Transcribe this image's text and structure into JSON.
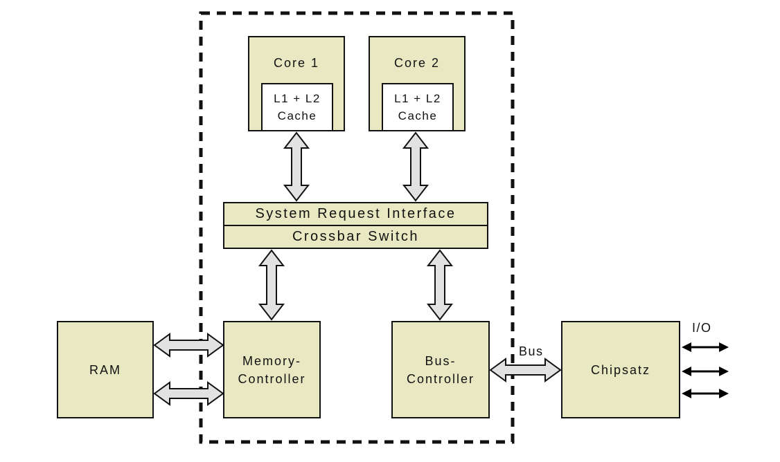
{
  "colors": {
    "box_fill": "#e8e8c2",
    "cache_fill": "#ffffff",
    "arrow_fill": "#e2e2e2",
    "outline": "#111111",
    "background": "#ffffff"
  },
  "nodes": {
    "core1": {
      "label": "Core 1",
      "cache_line1": "L1 + L2",
      "cache_line2": "Cache"
    },
    "core2": {
      "label": "Core 2",
      "cache_line1": "L1 + L2",
      "cache_line2": "Cache"
    },
    "system_request_interface": {
      "label": "System Request Interface"
    },
    "crossbar_switch": {
      "label": "Crossbar Switch"
    },
    "ram": {
      "label": "RAM"
    },
    "memory_controller": {
      "line1": "Memory-",
      "line2": "Controller"
    },
    "bus_controller": {
      "line1": "Bus-",
      "line2": "Controller"
    },
    "chipset": {
      "label": "Chipsatz"
    }
  },
  "labels": {
    "bus": "Bus",
    "io": "I/O"
  }
}
